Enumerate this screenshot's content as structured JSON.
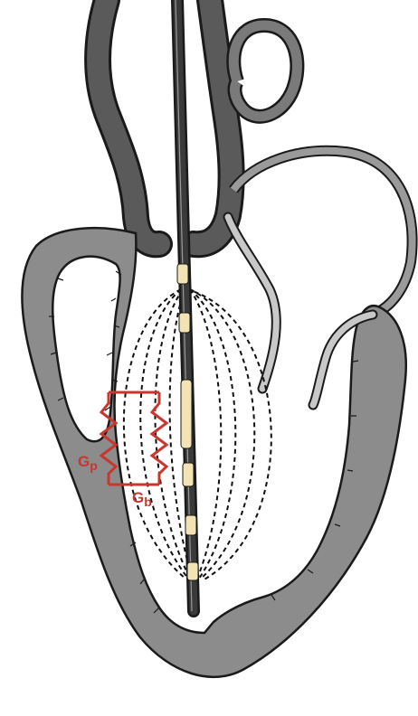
{
  "labels": {
    "gp_main": "G",
    "gp_sub": "p",
    "gb_main": "G",
    "gb_sub": "b"
  },
  "colors": {
    "myocardium": "#8c8c8c",
    "outline": "#1a1a1a",
    "vessel": "#5a5a5a",
    "valve_leaflet": "#c8c8c8",
    "catheter": "#2b2b2b",
    "electrode": "#f3e2b3",
    "resistor": "#c8372d",
    "field_lines": "#111111"
  },
  "icons": [
    "heart-ventricle-illustration",
    "conductance-catheter",
    "resistor-symbol"
  ]
}
